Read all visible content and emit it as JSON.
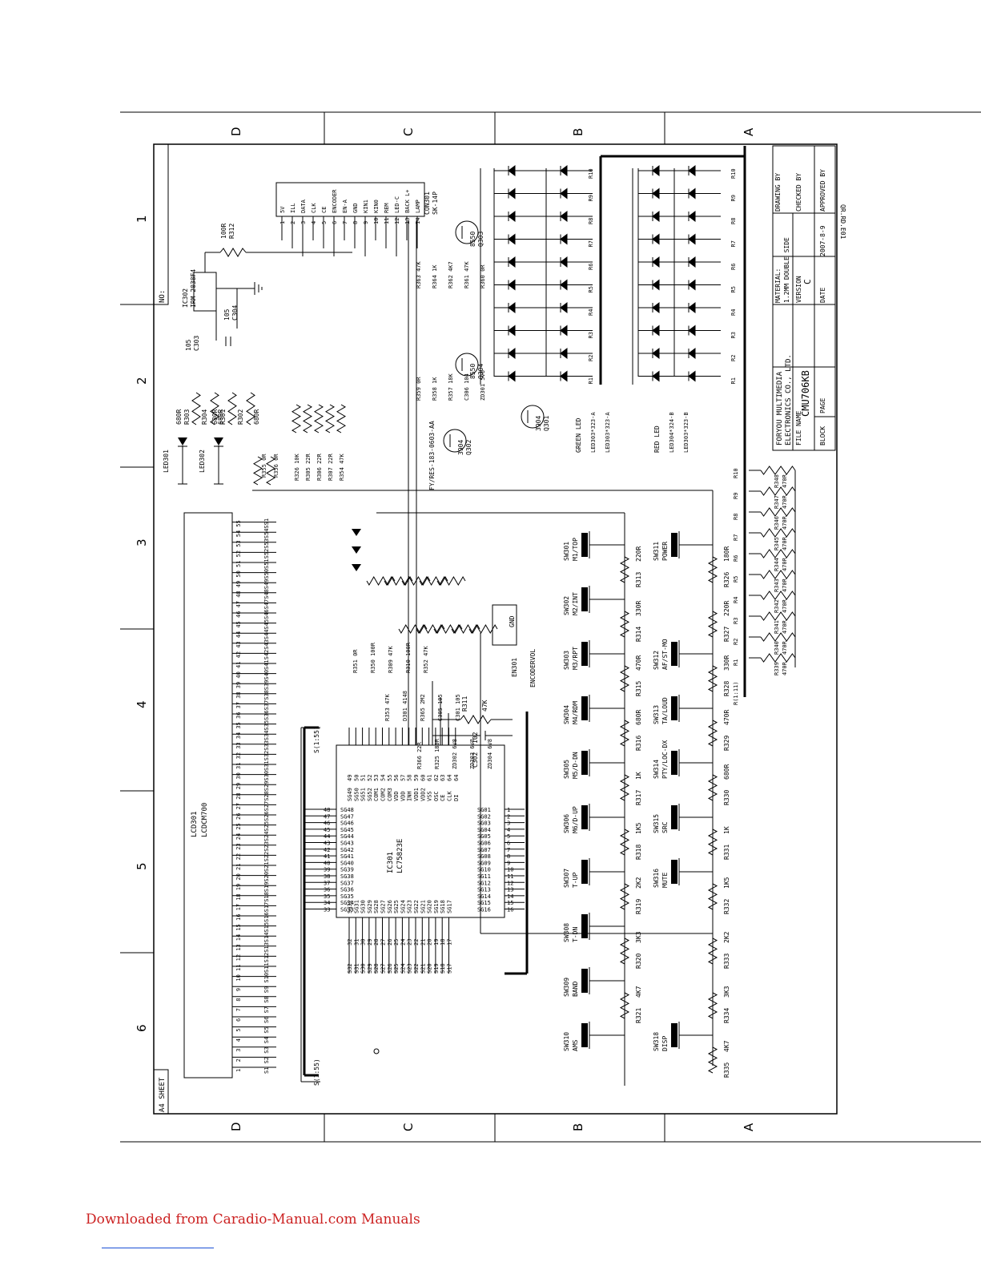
{
  "sheet": {
    "size_label": "A4  SHEET",
    "no_label": "NO:",
    "doc_code": "QR.RD.E01",
    "zones_rows": [
      "D",
      "C",
      "B",
      "A"
    ],
    "zones_cols": [
      "1",
      "2",
      "3",
      "4",
      "5",
      "6"
    ]
  },
  "title_block": {
    "company_line1": "FORYOU MULTIMEDIA",
    "company_line2": "ELECTRONICS CO., LTD.",
    "file_name_label": "FILE NAME",
    "file_name": "CMU706KB",
    "material_label": "MATERIAL:",
    "material": "1.2MM DOUBLE SIDE",
    "version_label": "VERSION",
    "version": "C",
    "date_label": "DATE",
    "date": "2007-8-9",
    "block_label": "BLOCK",
    "page_label": "PAGE",
    "drawing_by_label": "DRAWING BY",
    "checked_by_label": "CHECKED BY",
    "approved_by_label": "APPROVED BY"
  },
  "connector": {
    "ref": "CON301",
    "type": "SK-14P",
    "pins": [
      {
        "n": "1",
        "name": "5V"
      },
      {
        "n": "2",
        "name": "ILL"
      },
      {
        "n": "3",
        "name": "DATA"
      },
      {
        "n": "4",
        "name": "CLK"
      },
      {
        "n": "5",
        "name": "CE"
      },
      {
        "n": "6",
        "name": "ENCODER"
      },
      {
        "n": "7",
        "name": "EN-A"
      },
      {
        "n": "8",
        "name": "GND"
      },
      {
        "n": "9",
        "name": "KIN1"
      },
      {
        "n": "10",
        "name": "KIN0"
      },
      {
        "n": "11",
        "name": "REM"
      },
      {
        "n": "12",
        "name": "LED-C"
      },
      {
        "n": "13",
        "name": "BACK L+"
      },
      {
        "n": "14",
        "name": "LAMP"
      }
    ],
    "cable": "FY/RES-183-0603-AA"
  },
  "ir": {
    "ref": "IC302",
    "part": "IRM-2038F4",
    "cap1": "C303",
    "cap1_val": "105",
    "cap2": "C304",
    "cap2_val": "105",
    "res": "R312",
    "res_val": "100R"
  },
  "leds_small": [
    {
      "ref": "LED301",
      "res": "R303",
      "res_val": "680R",
      "res2": "R304",
      "res2_val": "680R"
    },
    {
      "ref": "LED302",
      "res": "R301",
      "res_val": "680R",
      "res2": "R302",
      "res2_val": "680R"
    }
  ],
  "series_res": [
    {
      "ref": "R326",
      "val": "10K"
    },
    {
      "ref": "R305",
      "val": "22R"
    },
    {
      "ref": "R306",
      "val": "22R"
    },
    {
      "ref": "R307",
      "val": "22R"
    },
    {
      "ref": "R354",
      "val": "47K"
    },
    {
      "ref": "R356",
      "val": "0R"
    },
    {
      "ref": "R355",
      "val": "0R"
    }
  ],
  "transistors": [
    {
      "ref": "Q303",
      "type": "8550"
    },
    {
      "ref": "Q304",
      "type": "8550"
    },
    {
      "ref": "Q302",
      "type": "3904"
    },
    {
      "ref": "Q301",
      "type": "3904"
    }
  ],
  "drive_res": [
    {
      "ref": "R363",
      "val": "47K"
    },
    {
      "ref": "R364",
      "val": "1K"
    },
    {
      "ref": "R362",
      "val": "4K7"
    },
    {
      "ref": "R361",
      "val": "47K"
    },
    {
      "ref": "R360",
      "val": "0R"
    },
    {
      "ref": "R359",
      "val": "0R"
    },
    {
      "ref": "R358",
      "val": "1K"
    },
    {
      "ref": "R357",
      "val": "18K"
    },
    {
      "ref": "C306",
      "val": "104"
    },
    {
      "ref": "ZD301",
      "val": "5V6"
    }
  ],
  "led_matrix": {
    "green_label": "GREEN LED",
    "green_parts": [
      "LED303*323-A",
      "LED303*323-A"
    ],
    "red_label": "RED LED",
    "red_parts": [
      "LED304*324-B",
      "LED303*323-B"
    ],
    "rows": [
      "R10",
      "R9",
      "R8",
      "R7",
      "R6",
      "R5",
      "R4",
      "R3",
      "R2",
      "R1"
    ]
  },
  "row_res": [
    {
      "ref": "R348",
      "val": "470R",
      "net": "R10"
    },
    {
      "ref": "R347",
      "val": "470R",
      "net": "R9"
    },
    {
      "ref": "R346",
      "val": "470R",
      "net": "R8"
    },
    {
      "ref": "R345",
      "val": "470R",
      "net": "R7"
    },
    {
      "ref": "R344",
      "val": "470R",
      "net": "R6"
    },
    {
      "ref": "R343",
      "val": "470R",
      "net": "R5"
    },
    {
      "ref": "R342",
      "val": "470R",
      "net": "R4"
    },
    {
      "ref": "R341",
      "val": "470R",
      "net": "R3"
    },
    {
      "ref": "R340",
      "val": "470R",
      "net": "R2"
    },
    {
      "ref": "R339",
      "val": "470R",
      "net": "R1"
    }
  ],
  "row_bus": "R(1:11)",
  "switches_b": [
    {
      "ref": "SW301",
      "label": "M1/TOP",
      "res": "R313",
      "val": "220R"
    },
    {
      "ref": "SW302",
      "label": "M2/INT",
      "res": "R314",
      "val": "330R"
    },
    {
      "ref": "SW303",
      "label": "M3/RPT",
      "res": "R315",
      "val": "470R"
    },
    {
      "ref": "SW304",
      "label": "M4/RDM",
      "res": "R316",
      "val": "680R"
    },
    {
      "ref": "SW305",
      "label": "M5/D-DN",
      "res": "R317",
      "val": "1K"
    },
    {
      "ref": "SW306",
      "label": "M6/D-UP",
      "res": "R318",
      "val": "1K5"
    },
    {
      "ref": "SW307",
      "label": "T-UP",
      "res": "R319",
      "val": "2K2"
    },
    {
      "ref": "SW308",
      "label": "T-DN",
      "res": "R320",
      "val": "3K3"
    },
    {
      "ref": "SW309",
      "label": "BAND",
      "res": "R321",
      "val": "4K7"
    },
    {
      "ref": "SW310",
      "label": "AMS",
      "res": "",
      "val": ""
    }
  ],
  "switches_a": [
    {
      "ref": "SW311",
      "label": "POWER",
      "res": "R326",
      "val": "180R"
    },
    {
      "ref": "",
      "label": "",
      "res": "R327",
      "val": "220R"
    },
    {
      "ref": "SW312",
      "label": "AF/ST-MO",
      "res": "R328",
      "val": "330R"
    },
    {
      "ref": "SW313",
      "label": "TA/LOUD",
      "res": "R329",
      "val": "470R"
    },
    {
      "ref": "SW314",
      "label": "PTY/LOC-DX",
      "res": "R330",
      "val": "680R"
    },
    {
      "ref": "SW315",
      "label": "SRC",
      "res": "R331",
      "val": "1K"
    },
    {
      "ref": "SW316",
      "label": "MUTE",
      "res": "R332",
      "val": "1K5"
    },
    {
      "ref": "",
      "label": "",
      "res": "R333",
      "val": "2K2"
    },
    {
      "ref": "",
      "label": "",
      "res": "R334",
      "val": "3K3"
    },
    {
      "ref": "SW318",
      "label": "DISP",
      "res": "R335",
      "val": "4K7"
    }
  ],
  "encoder": {
    "ref": "EN301",
    "name": "ENCODERVOL",
    "gnd": "GND",
    "parts": [
      {
        "ref": "R351",
        "val": "0R"
      },
      {
        "ref": "R350",
        "val": "100R"
      },
      {
        "ref": "R309",
        "val": "47K"
      },
      {
        "ref": "R310",
        "val": "100R"
      },
      {
        "ref": "R352",
        "val": "47K"
      },
      {
        "ref": "R353",
        "val": "47K"
      },
      {
        "ref": "D301",
        "val": "4148"
      },
      {
        "ref": "R365",
        "val": "2M2"
      },
      {
        "ref": "C305",
        "val": "105"
      },
      {
        "ref": "C301",
        "val": "105"
      },
      {
        "ref": "R366",
        "val": "22R"
      },
      {
        "ref": "R325",
        "val": "180R"
      },
      {
        "ref": "ZD302",
        "val": "6V8"
      },
      {
        "ref": "ZD303",
        "val": "6V8"
      },
      {
        "ref": "ZD304",
        "val": "6V8"
      }
    ]
  },
  "osc": {
    "res": "R311",
    "res_val": "47K",
    "cap": "C302",
    "cap_val": "102"
  },
  "ic": {
    "ref": "IC301",
    "part": "LC75823E",
    "left_pins": [
      [
        "48",
        "SG48"
      ],
      [
        "47",
        "SG47"
      ],
      [
        "46",
        "SG46"
      ],
      [
        "45",
        "SG45"
      ],
      [
        "44",
        "SG44"
      ],
      [
        "43",
        "SG43"
      ],
      [
        "42",
        "SG42"
      ],
      [
        "41",
        "SG41"
      ],
      [
        "40",
        "SG40"
      ],
      [
        "39",
        "SG39"
      ],
      [
        "38",
        "SG38"
      ],
      [
        "37",
        "SG37"
      ],
      [
        "36",
        "SG36"
      ],
      [
        "35",
        "SG35"
      ],
      [
        "34",
        "SG34"
      ],
      [
        "33",
        "SG33"
      ]
    ],
    "top_pins": [
      [
        "49",
        "SG49"
      ],
      [
        "50",
        "SG50"
      ],
      [
        "51",
        "SG51"
      ],
      [
        "52",
        "SG52"
      ],
      [
        "53",
        "COM1"
      ],
      [
        "54",
        "COM2"
      ],
      [
        "55",
        "COM3"
      ],
      [
        "56",
        "VDD"
      ],
      [
        "57",
        "VDD"
      ],
      [
        "58",
        "INH"
      ],
      [
        "59",
        "VDD1"
      ],
      [
        "60",
        "VDD2"
      ],
      [
        "61",
        "VSS"
      ],
      [
        "62",
        "OSC"
      ],
      [
        "63",
        "CE"
      ],
      [
        "64",
        "CLK"
      ],
      [
        "64",
        "DI"
      ]
    ],
    "right_pins": [
      [
        "1",
        "SG01"
      ],
      [
        "2",
        "SG02"
      ],
      [
        "3",
        "SG03"
      ],
      [
        "4",
        "SG04"
      ],
      [
        "5",
        "SG05"
      ],
      [
        "6",
        "SG06"
      ],
      [
        "7",
        "SG07"
      ],
      [
        "8",
        "SG08"
      ],
      [
        "9",
        "SG09"
      ],
      [
        "10",
        "SG10"
      ],
      [
        "11",
        "SG11"
      ],
      [
        "12",
        "SG12"
      ],
      [
        "13",
        "SG13"
      ],
      [
        "14",
        "SG14"
      ],
      [
        "15",
        "SG15"
      ],
      [
        "16",
        "SG16"
      ]
    ],
    "bottom_pins": [
      [
        "32",
        "SG32"
      ],
      [
        "31",
        "SG31"
      ],
      [
        "30",
        "SG30"
      ],
      [
        "29",
        "SG29"
      ],
      [
        "28",
        "SG28"
      ],
      [
        "27",
        "SG27"
      ],
      [
        "26",
        "SG26"
      ],
      [
        "25",
        "SG25"
      ],
      [
        "24",
        "SG24"
      ],
      [
        "23",
        "SG23"
      ],
      [
        "22",
        "SG22"
      ],
      [
        "21",
        "SG21"
      ],
      [
        "20",
        "SG20"
      ],
      [
        "19",
        "SG19"
      ],
      [
        "18",
        "SG18"
      ],
      [
        "17",
        "SG17"
      ]
    ],
    "bus_top": "S(1:55)",
    "bus_bottom": "S(1:55)"
  },
  "lcd": {
    "ref": "LCD301",
    "part": "LCDCM700",
    "pins_count": 55
  },
  "footer": {
    "text": "Downloaded from Caradio-Manual.com Manuals"
  }
}
